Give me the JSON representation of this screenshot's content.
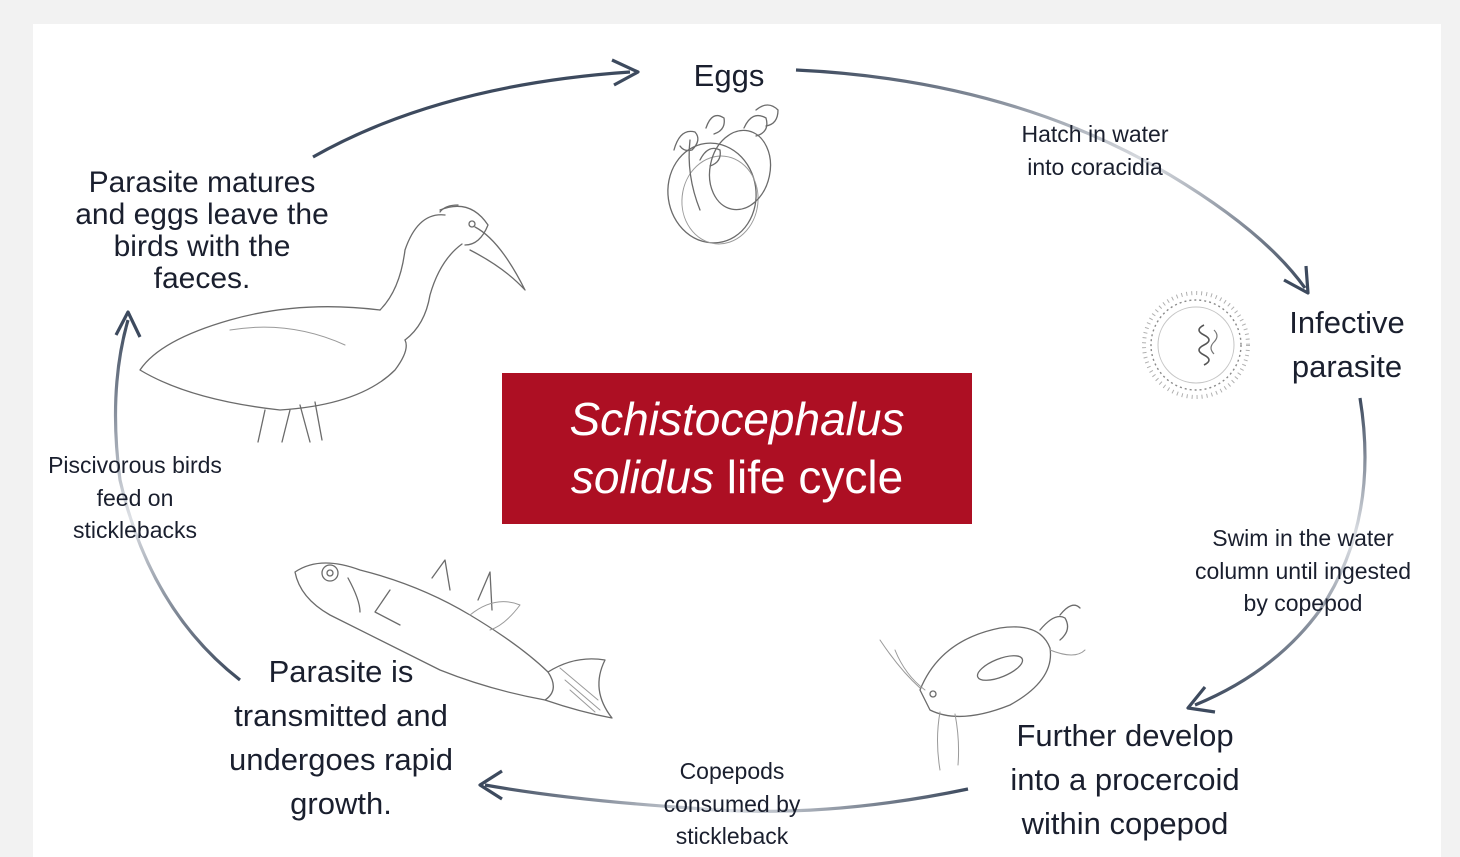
{
  "title": {
    "italic_line1": "Schistocephalus",
    "italic_line2": "solidus",
    "rest_line2": " life cycle"
  },
  "stages": {
    "eggs": [
      "Eggs"
    ],
    "infective": [
      "Infective",
      "parasite"
    ],
    "procercoid": [
      "Further develop",
      "into a procercoid",
      "within copepod"
    ],
    "growth": [
      "Parasite is",
      "transmitted and",
      "undergoes rapid",
      "growth."
    ],
    "matures": [
      "Parasite matures",
      "and eggs leave the",
      "birds with the",
      "faeces."
    ]
  },
  "transitions": {
    "hatch": [
      "Hatch in water",
      "into coracidia"
    ],
    "swim": [
      "Swim in the water",
      "column until ingested",
      "by copepod"
    ],
    "consumed": [
      "Copepods",
      "consumed by",
      "stickleback"
    ],
    "birds": [
      "Piscivorous birds",
      "feed on",
      "sticklebacks"
    ]
  },
  "colors": {
    "title_background": "#ad0f23",
    "arrow": "#3d4a5e",
    "text": "#1a1f2e"
  },
  "illustrations": [
    "eggs-sketch",
    "coracidium-sketch",
    "copepod-sketch",
    "stickleback-sketch",
    "heron-sketch"
  ]
}
